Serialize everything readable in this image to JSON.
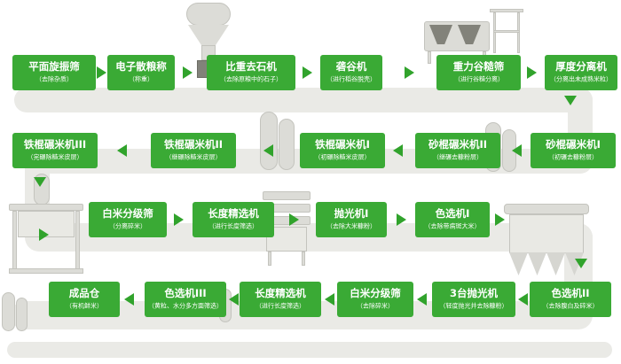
{
  "palette": {
    "step_green": "#3aaa35",
    "arrow_green": "#31a32c",
    "band_gray": "#eaeae6",
    "machine_gray": "#dcdcd7",
    "machine_dark_gray": "#82827a",
    "text_white": "#ffffff"
  },
  "machines": [
    "hopper-feeder-illustration",
    "husker-machine-illustration",
    "stand-frame-illustration",
    "milling-rolls-pair-1-illustration",
    "milling-rolls-pair-2-illustration",
    "grading-table-illustration",
    "tray-stack-illustration",
    "color-sorter-illustration",
    "small-bins-illustration"
  ],
  "rows": [
    {
      "boxes": [
        {
          "title": "平面旋振筛",
          "subtitle": "（去除杂质）"
        },
        {
          "title": "电子散粮称",
          "subtitle": "（称重）"
        },
        {
          "title": "比重去石机",
          "subtitle": "（去除原粮中的石子）"
        },
        {
          "title": "砻谷机",
          "subtitle": "（进行稻谷脱壳）"
        },
        {
          "title": "重力谷糙筛",
          "subtitle": "（进行谷糙分离）"
        },
        {
          "title": "厚度分离机",
          "subtitle": "（分离出未成熟米粒）"
        }
      ]
    },
    {
      "boxes": [
        {
          "title": "铁棍碾米机III",
          "subtitle": "（完碾除糙米皮层）"
        },
        {
          "title": "铁棍碾米机II",
          "subtitle": "（继碾除糙米皮层）"
        },
        {
          "title": "铁棍碾米机I",
          "subtitle": "（初碾除糙米皮层）"
        },
        {
          "title": "砂棍碾米机II",
          "subtitle": "（继碾去糠粉层）"
        },
        {
          "title": "砂棍碾米机I",
          "subtitle": "（初碾去糠粉层）"
        }
      ]
    },
    {
      "boxes": [
        {
          "title": "白米分级筛",
          "subtitle": "（分离碎米）"
        },
        {
          "title": "长度精选机",
          "subtitle": "（进行长度筛选）"
        },
        {
          "title": "抛光机I",
          "subtitle": "（去除大米糠粉）"
        },
        {
          "title": "色选机I",
          "subtitle": "（去除带病斑大米）"
        }
      ]
    },
    {
      "boxes": [
        {
          "title": "成品仓",
          "subtitle": "（有机鲜米）"
        },
        {
          "title": "色选机III",
          "subtitle": "（黄粒、水分多方面筛选）"
        },
        {
          "title": "长度精选机",
          "subtitle": "（进行长度筛选）"
        },
        {
          "title": "白米分级筛",
          "subtitle": "（去除碎米）"
        },
        {
          "title": "3台抛光机",
          "subtitle": "（轻度抛光并去除糠粉）"
        },
        {
          "title": "色选机II",
          "subtitle": "（去除腹白及碎米）"
        }
      ]
    }
  ]
}
